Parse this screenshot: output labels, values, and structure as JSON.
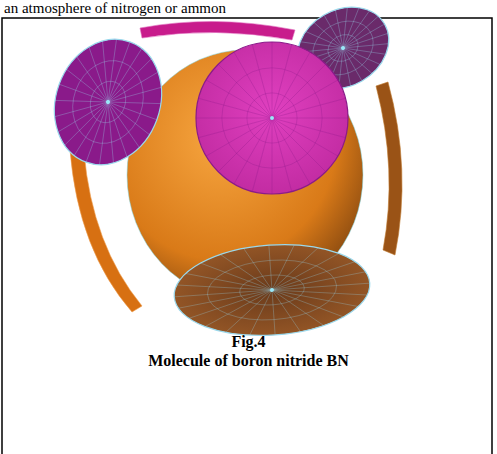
{
  "diagram": {
    "title": "Fig.4",
    "caption": "Molecule of boron nitride BN",
    "labels": [
      "an atmosphere of nitrogen or ammon"
    ]
  }
}
